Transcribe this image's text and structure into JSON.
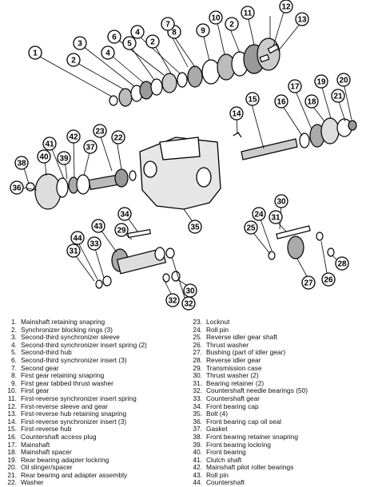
{
  "legend_left": [
    {
      "num": "1.",
      "text": "Mainshaft retaining snapring"
    },
    {
      "num": "2.",
      "text": "Synchronizer blocking rings (3)"
    },
    {
      "num": "3.",
      "text": "Second-third synchronizer sleeve"
    },
    {
      "num": "4.",
      "text": "Second-third synchronizer insert spring (2)"
    },
    {
      "num": "5.",
      "text": "Second-third hub"
    },
    {
      "num": "6.",
      "text": "Second-third synchronizer insert (3)"
    },
    {
      "num": "7.",
      "text": "Second gear"
    },
    {
      "num": "8.",
      "text": "First gear retaining snapring"
    },
    {
      "num": "9.",
      "text": "First gear tabbed thrust washer"
    },
    {
      "num": "10.",
      "text": "First gear"
    },
    {
      "num": "11.",
      "text": "First-reverse synchronizer insert spring"
    },
    {
      "num": "12.",
      "text": "First-reverse sleeve and gear"
    },
    {
      "num": "13.",
      "text": "First-reverse hub retaining snapring"
    },
    {
      "num": "14.",
      "text": "First-reverse synchronizer insert (3)"
    },
    {
      "num": "15.",
      "text": "First-reverse hub"
    },
    {
      "num": "16.",
      "text": "Countershaft access plug"
    },
    {
      "num": "17.",
      "text": "Mainshaft"
    },
    {
      "num": "18.",
      "text": "Mainshaft spacer"
    },
    {
      "num": "19.",
      "text": "Rear bearing adapter lockring"
    },
    {
      "num": "20.",
      "text": "Oil slinger/spacer"
    },
    {
      "num": "21.",
      "text": "Rear bearing and adapter assembly"
    },
    {
      "num": "22.",
      "text": "Washer"
    }
  ],
  "legend_right": [
    {
      "num": "23.",
      "text": "Locknut"
    },
    {
      "num": "24.",
      "text": "Roll pin"
    },
    {
      "num": "25.",
      "text": "Reverse idler gear shaft"
    },
    {
      "num": "26.",
      "text": "Thrust washer"
    },
    {
      "num": "27.",
      "text": "Bushing (part of idler gear)"
    },
    {
      "num": "28.",
      "text": "Reverse idler gear"
    },
    {
      "num": "29.",
      "text": "Transmission case"
    },
    {
      "num": "30.",
      "text": "Thrust washer (2)"
    },
    {
      "num": "31.",
      "text": "Bearing retainer (2)"
    },
    {
      "num": "32.",
      "text": "Countershaft needle bearings (50)"
    },
    {
      "num": "33.",
      "text": "Countershaft gear"
    },
    {
      "num": "34.",
      "text": "Front bearing cap"
    },
    {
      "num": "35.",
      "text": "Bolt (4)"
    },
    {
      "num": "36.",
      "text": "Front bearing cap oil seal"
    },
    {
      "num": "37.",
      "text": "Gasket"
    },
    {
      "num": "38.",
      "text": "Front bearing retainer snapring"
    },
    {
      "num": "39.",
      "text": "Front bearing lockring"
    },
    {
      "num": "40.",
      "text": "Front bearing"
    },
    {
      "num": "41.",
      "text": "Clutch shaft"
    },
    {
      "num": "42.",
      "text": "Mainshaft pilot roller bearings"
    },
    {
      "num": "43.",
      "text": "Roll pin"
    },
    {
      "num": "44.",
      "text": "Countershaft"
    }
  ],
  "callouts": [
    "1",
    "2",
    "3",
    "4",
    "5",
    "6",
    "4",
    "2",
    "8",
    "7",
    "9",
    "10",
    "2",
    "11",
    "12",
    "13",
    "14",
    "15",
    "16",
    "17",
    "18",
    "19",
    "20",
    "21",
    "23",
    "22",
    "41",
    "42",
    "37",
    "39",
    "40",
    "38",
    "36",
    "35",
    "34",
    "29",
    "43",
    "44",
    "33",
    "31",
    "32",
    "30",
    "32",
    "30",
    "31",
    "24",
    "25",
    "27",
    "26",
    "28",
    "27",
    "26"
  ]
}
